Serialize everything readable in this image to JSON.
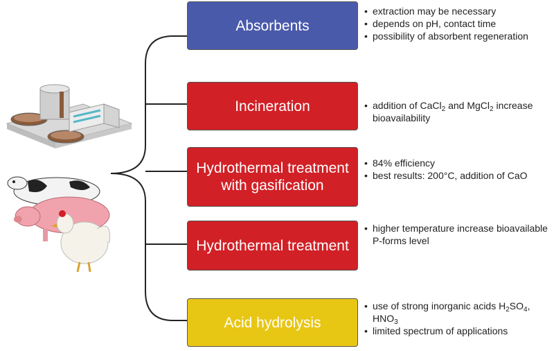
{
  "methods": [
    {
      "label": "Absorbents",
      "color": "#4a5aab",
      "notes": [
        "extraction may be necessary",
        "depends on pH, contact time",
        "possibility of absorbent regeneration"
      ]
    },
    {
      "label": "Incineration",
      "color": "#d12026",
      "notes": [
        "addition of CaCl2 and MgCl2 increase bioavailability"
      ]
    },
    {
      "label": "Hydrothermal treatment with gasification",
      "color": "#d12026",
      "notes": [
        "84% efficiency",
        "best results: 200°C, addition of CaO"
      ]
    },
    {
      "label": "Hydrothermal treatment",
      "color": "#d12026",
      "notes": [
        "higher temperature increase bioavailable P-forms level"
      ]
    },
    {
      "label": "Acid hydrolysis",
      "color": "#e8c614",
      "notes": [
        "use of strong inorganic acids H2SO4, HNO3",
        "limited spectrum of applications"
      ]
    }
  ]
}
